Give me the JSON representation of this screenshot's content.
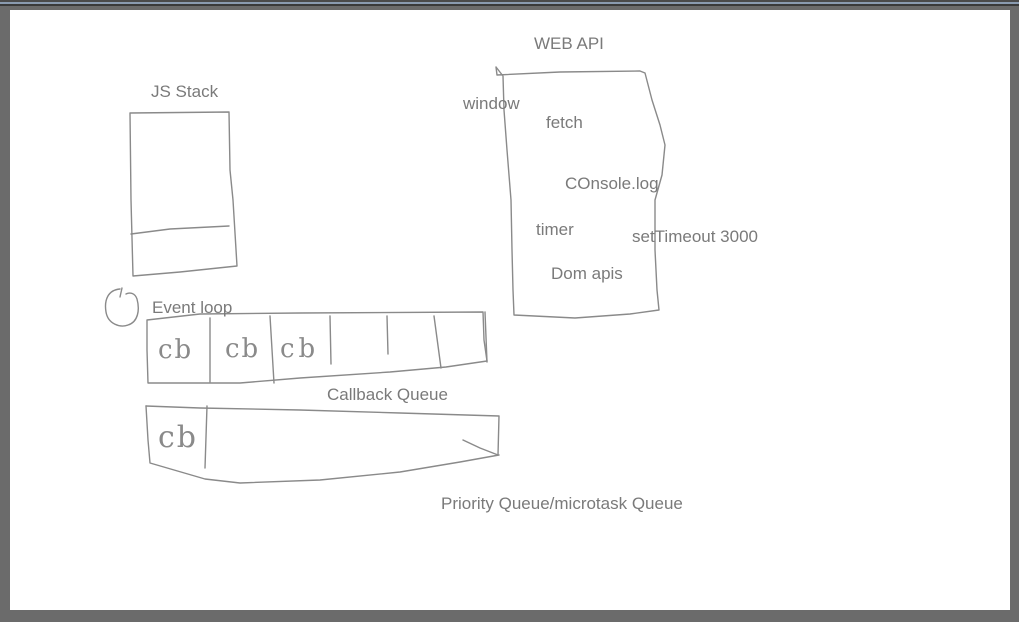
{
  "labels": {
    "js_stack": "JS Stack",
    "web_api": "WEB API",
    "window": "window",
    "fetch": "fetch",
    "console_log": "COnsole.log",
    "timer": "timer",
    "set_timeout": "setTimeout 3000",
    "dom_apis": "Dom apis",
    "event_loop": "Event loop",
    "callback_queue": "Callback Queue",
    "priority_queue": "Priority Queue/microtask Queue"
  },
  "handwritten": {
    "callback_cells": [
      "cb",
      "cb",
      "cb"
    ],
    "microtask_cells": [
      "cb"
    ]
  },
  "colors": {
    "ink": "#7a7a7a",
    "canvas": "#ffffff",
    "frame": "#6b6b6b"
  }
}
